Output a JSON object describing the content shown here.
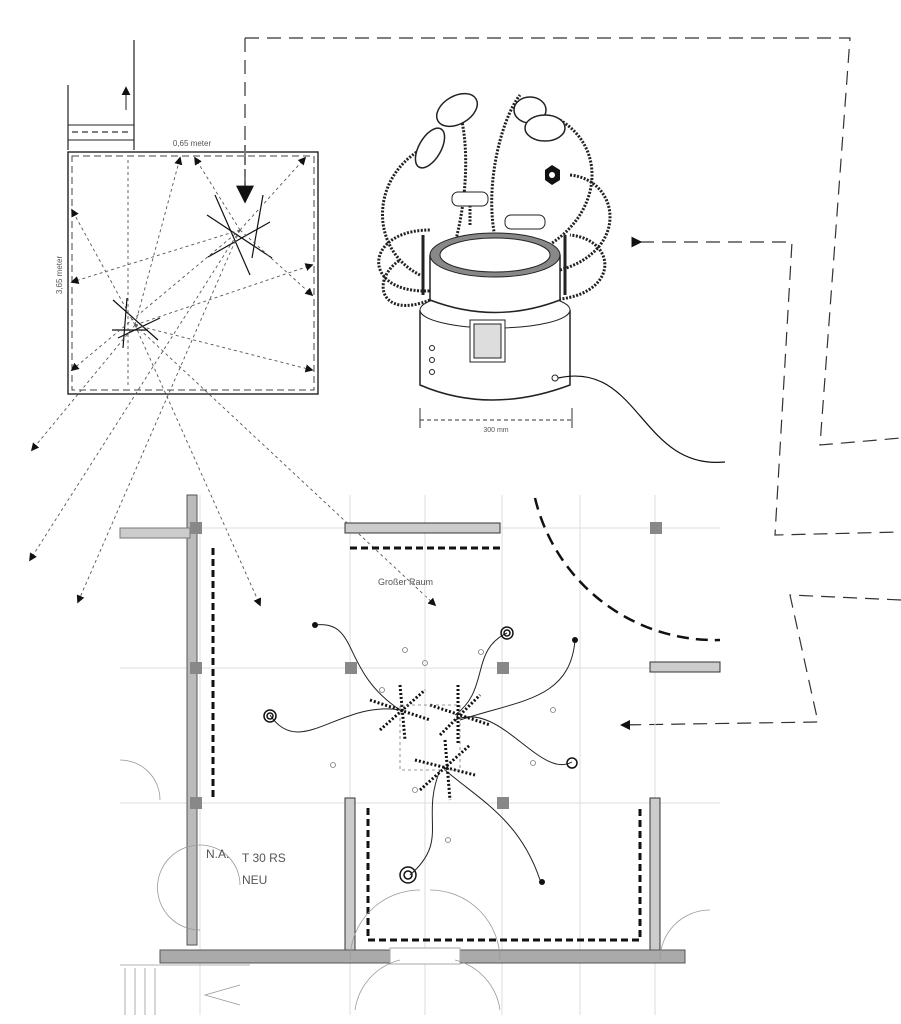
{
  "room_sketch": {
    "width_label": "0,65 meter",
    "height_label": "3,65 meter"
  },
  "device": {
    "dimension_label": "300 mm"
  },
  "floor_plan": {
    "room_name": "Großer Raum",
    "door_label": "N.A.",
    "door_spec": "T 30 RS",
    "door_note": "NEU"
  }
}
